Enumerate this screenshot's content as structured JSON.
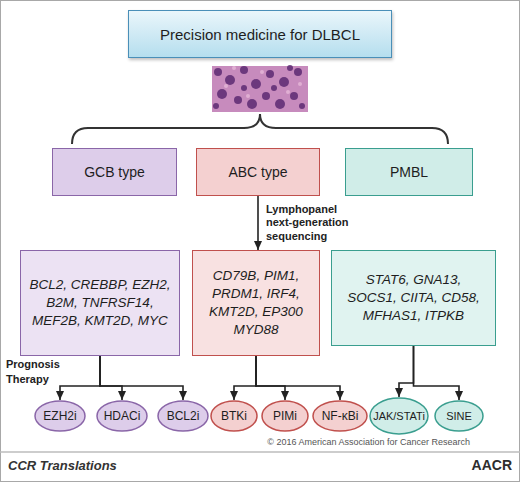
{
  "diagram": {
    "nodes": [
      {
        "text": [
          "Precision medicine for DLBCL"
        ]
      },
      {
        "text": [
          "GCB type"
        ]
      },
      {
        "text": [
          "ABC type"
        ]
      },
      {
        "text": [
          "PMBL"
        ]
      },
      {
        "text": [
          "BCL2, CREBBP, EZH2, B2M, TNFRSF14, MEF2B, KMT2D, MYC"
        ]
      },
      {
        "text": [
          "CD79B, PIM1, PRDM1, IRF4, KMT2D, EP300 MYD88"
        ]
      },
      {
        "text": [
          "STAT6, GNA13, SOCS1, CIITA, CD58, MFHAS1, ITPKB"
        ]
      },
      {
        "text": [
          "EZH2i"
        ]
      },
      {
        "text": [
          "HDACi"
        ]
      },
      {
        "text": [
          "BCL2i"
        ]
      },
      {
        "text": [
          "BTKi"
        ]
      },
      {
        "text": [
          "PIMi"
        ]
      },
      {
        "text": [
          "NF-κBi"
        ]
      },
      {
        "text": [
          "JAK/STATi"
        ]
      },
      {
        "text": [
          "SINE"
        ]
      }
    ],
    "edges": [
      {
        "from": 2,
        "to": 5,
        "arrow": "to",
        "label": "Lymphopanel next-generation sequencing"
      },
      {
        "from": 4,
        "to": 7,
        "arrow": "to"
      },
      {
        "from": 4,
        "to": 8,
        "arrow": "to"
      },
      {
        "from": 4,
        "to": 9,
        "arrow": "to"
      },
      {
        "from": 5,
        "to": 10,
        "arrow": "to"
      },
      {
        "from": 5,
        "to": 11,
        "arrow": "to"
      },
      {
        "from": 5,
        "to": 12,
        "arrow": "to"
      },
      {
        "from": 6,
        "to": 13,
        "arrow": "to"
      },
      {
        "from": 6,
        "to": 14,
        "arrow": "to"
      }
    ],
    "labels": [
      "Prognosis",
      "Therapy",
      "CCR Translations",
      "© 2016 American Association for Cancer Research",
      "AACR"
    ]
  }
}
